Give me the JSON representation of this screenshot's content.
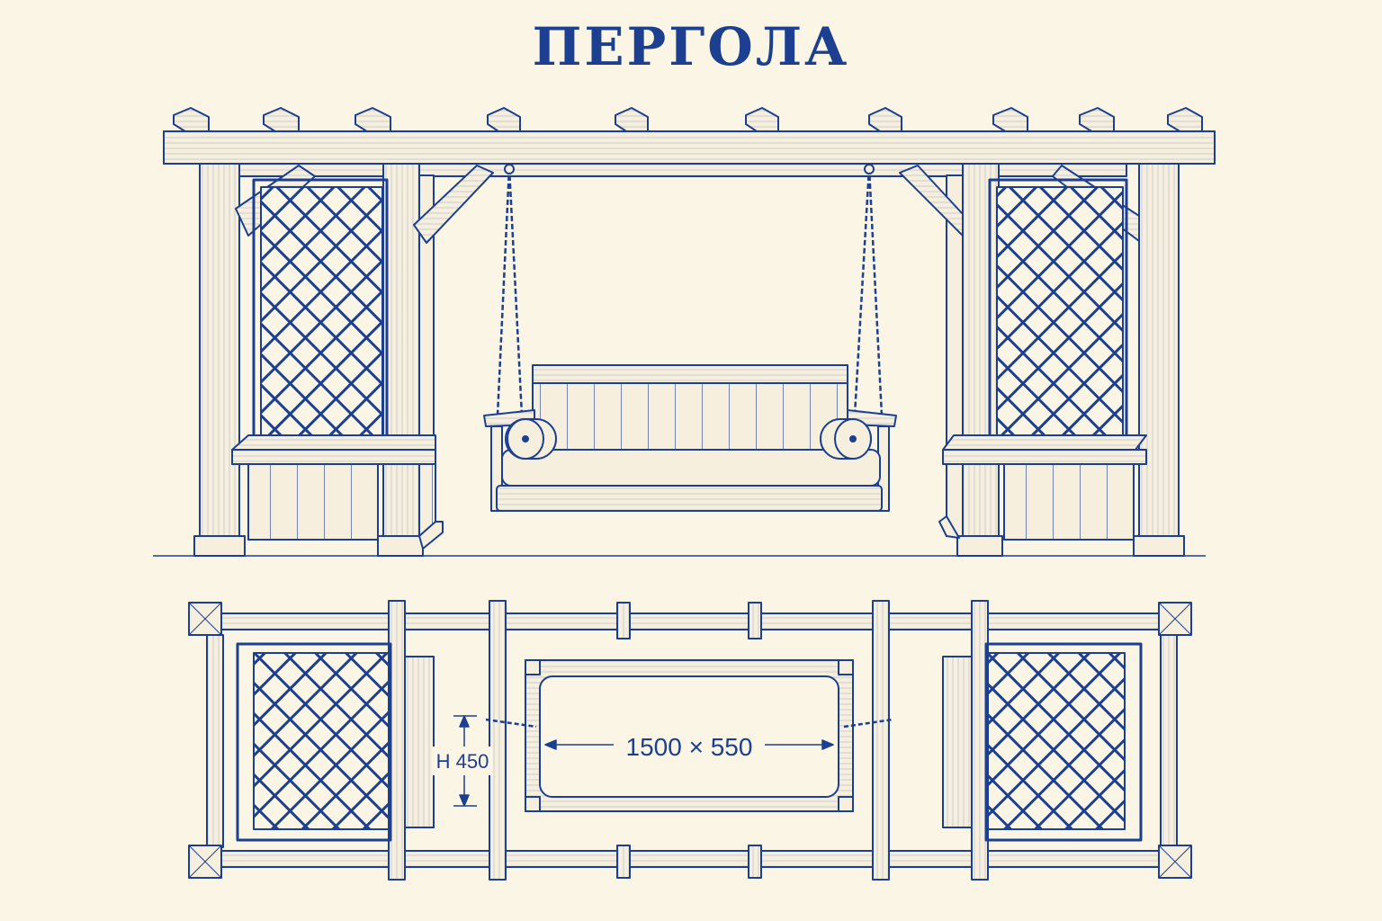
{
  "title": "ПЕРГОЛА",
  "dimensions": {
    "seat_size": "1500 × 550",
    "height": "H 450"
  },
  "colors": {
    "ink": "#1d3f8f",
    "background": "#fbf5e6",
    "wood": "#f6efdd"
  },
  "views": [
    "front-elevation",
    "plan-view"
  ]
}
